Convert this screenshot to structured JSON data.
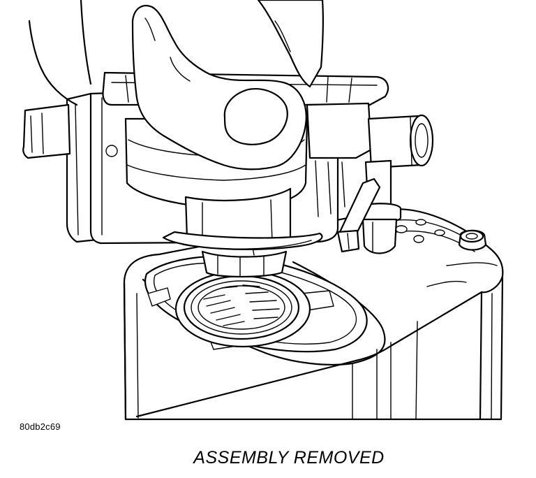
{
  "figure": {
    "code": "80db2c69",
    "caption": "ASSEMBLY REMOVED"
  },
  "style": {
    "line_color": "#000000",
    "background": "#ffffff"
  },
  "parts": [
    "hand-with-fingers",
    "pump-module-assembly",
    "canister-housing",
    "lock-ring-opening",
    "filter-strainer",
    "outlet-tube",
    "release-tab"
  ]
}
